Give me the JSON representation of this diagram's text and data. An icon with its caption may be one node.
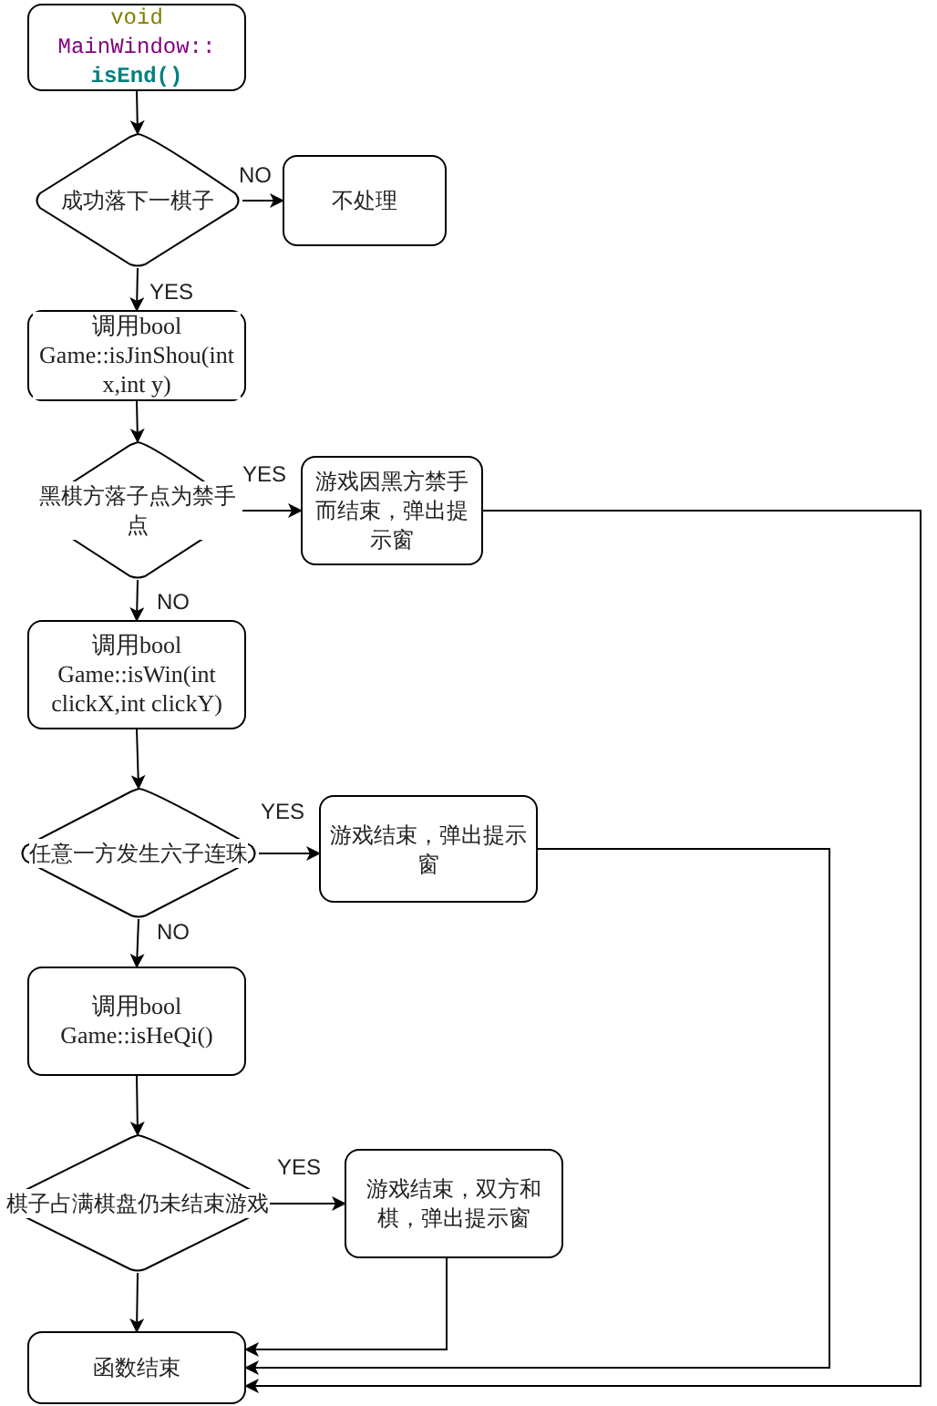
{
  "diagram": {
    "nodes": [
      {
        "text": [
          "void MainWindow:: isEnd()"
        ]
      },
      {
        "text": [
          "成功落下一棋子"
        ]
      },
      {
        "text": [
          "不处理"
        ]
      },
      {
        "text": [
          "调用bool Game::isJinShou(int x,int y)"
        ]
      },
      {
        "text": [
          "黑棋方落子点为禁手点"
        ]
      },
      {
        "text": [
          "游戏因黑方禁手而结束，弹出提示窗"
        ]
      },
      {
        "text": [
          "调用bool Game::isWin(int clickX,int clickY)"
        ]
      },
      {
        "text": [
          "任意一方发生六子连珠"
        ]
      },
      {
        "text": [
          "游戏结束，弹出提示窗"
        ]
      },
      {
        "text": [
          "调用bool Game::isHeQi()"
        ]
      },
      {
        "text": [
          "棋子占满棋盘仍未结束游戏"
        ]
      },
      {
        "text": [
          "游戏结束，双方和棋，弹出提示窗"
        ]
      },
      {
        "text": [
          "函数结束"
        ]
      }
    ],
    "edges": [
      {
        "from": 0,
        "to": 1,
        "arrow": "to"
      },
      {
        "from": 1,
        "to": 2,
        "arrow": "to",
        "label": "NO"
      },
      {
        "from": 1,
        "to": 3,
        "arrow": "to",
        "label": "YES"
      },
      {
        "from": 3,
        "to": 4,
        "arrow": "to"
      },
      {
        "from": 4,
        "to": 5,
        "arrow": "to",
        "label": "YES"
      },
      {
        "from": 4,
        "to": 6,
        "arrow": "to",
        "label": "NO"
      },
      {
        "from": 6,
        "to": 7,
        "arrow": "to"
      },
      {
        "from": 7,
        "to": 8,
        "arrow": "to",
        "label": "YES"
      },
      {
        "from": 7,
        "to": 9,
        "arrow": "to",
        "label": "NO"
      },
      {
        "from": 9,
        "to": 10,
        "arrow": "to"
      },
      {
        "from": 10,
        "to": 11,
        "arrow": "to",
        "label": "YES"
      },
      {
        "from": 10,
        "to": 12,
        "arrow": "to"
      },
      {
        "from": 11,
        "to": 12,
        "arrow": "to"
      },
      {
        "from": 8,
        "to": 12,
        "arrow": "to"
      },
      {
        "from": 5,
        "to": 12,
        "arrow": "to"
      }
    ]
  }
}
